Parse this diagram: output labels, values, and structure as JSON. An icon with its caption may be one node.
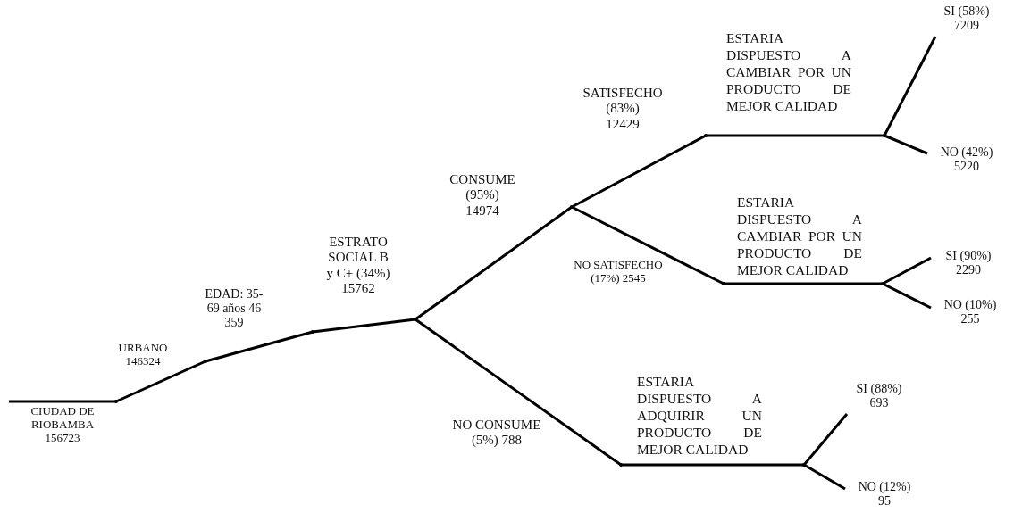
{
  "diagram": {
    "nodes": [
      {
        "text": [],
        "shape": "dot"
      },
      {
        "text": [],
        "shape": "dot"
      },
      {
        "text": [],
        "shape": "dot"
      },
      {
        "text": [],
        "shape": "dot"
      },
      {
        "text": [],
        "shape": "dot"
      },
      {
        "text": [],
        "shape": "dot"
      },
      {
        "text": [],
        "shape": "dot"
      },
      {
        "text": [
          "SI (58%)",
          "7209"
        ]
      },
      {
        "text": [
          "NO (42%)",
          "5220"
        ]
      },
      {
        "text": [],
        "shape": "dot"
      },
      {
        "text": [],
        "shape": "dot"
      },
      {
        "text": [
          "SI (90%)",
          "2290"
        ]
      },
      {
        "text": [
          "NO (10%)",
          "255"
        ]
      },
      {
        "text": [],
        "shape": "dot"
      },
      {
        "text": [],
        "shape": "dot"
      },
      {
        "text": [
          "SI (88%)",
          "693"
        ]
      },
      {
        "text": [
          "NO (12%)",
          "95"
        ]
      }
    ],
    "edges": [
      {
        "from": null,
        "to": 0,
        "arrow": "none",
        "label": "CIUDAD DE RIOBAMBA 156723"
      },
      {
        "from": 0,
        "to": 1,
        "arrow": "none",
        "label": "URBANO 146324"
      },
      {
        "from": 1,
        "to": 2,
        "arrow": "none",
        "label": "EDAD: 35-69 años 46 359"
      },
      {
        "from": 2,
        "to": 3,
        "arrow": "none",
        "label": "ESTRATO SOCIAL B y C+ (34%) 15762"
      },
      {
        "from": 3,
        "to": 4,
        "arrow": "none",
        "label": "CONSUME (95%) 14974"
      },
      {
        "from": 4,
        "to": 5,
        "arrow": "none",
        "label": "SATISFECHO (83%) 12429"
      },
      {
        "from": 5,
        "to": 6,
        "arrow": "none",
        "label": "ESTARIA DISPUESTO A CAMBIAR POR UN PRODUCTO DE MEJOR CALIDAD"
      },
      {
        "from": 6,
        "to": 7,
        "arrow": "none"
      },
      {
        "from": 6,
        "to": 8,
        "arrow": "none"
      },
      {
        "from": 4,
        "to": 9,
        "arrow": "none",
        "label": "NO SATISFECHO (17%) 2545"
      },
      {
        "from": 9,
        "to": 10,
        "arrow": "none",
        "label": "ESTARIA DISPUESTO A CAMBIAR POR UN PRODUCTO DE MEJOR CALIDAD"
      },
      {
        "from": 10,
        "to": 11,
        "arrow": "none"
      },
      {
        "from": 10,
        "to": 12,
        "arrow": "none"
      },
      {
        "from": 3,
        "to": 13,
        "arrow": "none",
        "label": "NO CONSUME (5%) 788"
      },
      {
        "from": 13,
        "to": 14,
        "arrow": "none",
        "label": "ESTARIA DISPUESTO A ADQUIRIR UN PRODUCTO DE MEJOR CALIDAD"
      },
      {
        "from": 14,
        "to": 15,
        "arrow": "none"
      },
      {
        "from": 14,
        "to": 16,
        "arrow": "none"
      }
    ]
  }
}
